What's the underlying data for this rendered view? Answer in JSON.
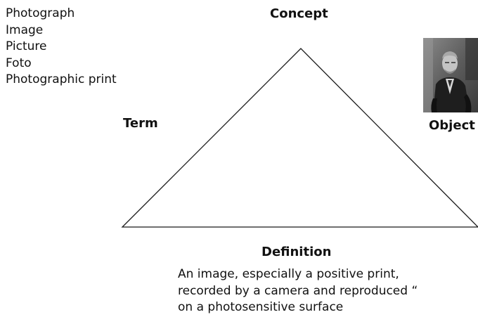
{
  "terms": [
    "Photograph",
    "Image",
    "Picture",
    "Foto",
    "Photographic print"
  ],
  "labels": {
    "concept": "Concept",
    "term": "Term",
    "object": "Object",
    "definition": "Definition"
  },
  "definition_text": "An image, especially a positive print,\nrecorded by a camera and reproduced “\non a photosensitive surface",
  "colors": {
    "line": "#1a1a1a",
    "text": "#111111"
  }
}
